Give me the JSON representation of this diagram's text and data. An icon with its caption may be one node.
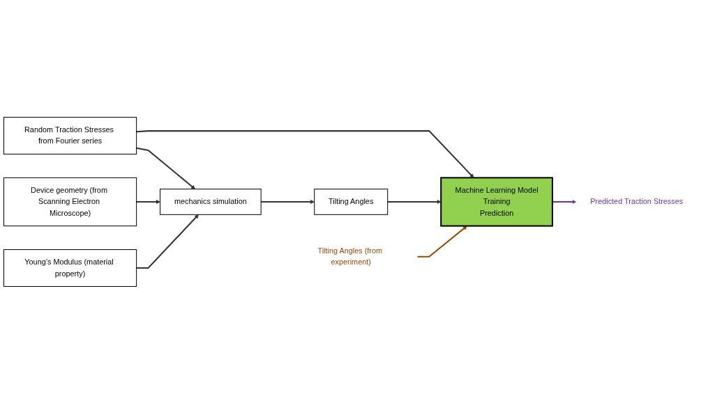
{
  "diagram": {
    "nodes": [
      {
        "text": [
          "Random Traction Stresses from Fourier series"
        ]
      },
      {
        "text": [
          "mechanics simulation"
        ]
      },
      {
        "text": [
          "Tilting Angles"
        ]
      },
      {
        "text": [
          "Machine Learning Model",
          "Training",
          "Prediction"
        ]
      },
      {
        "text": [
          "Device geometry (from Scanning Electron Microscope)"
        ]
      },
      {
        "text": [
          "Young’s Modulus (material property)"
        ]
      },
      {
        "text": [
          "Tilting Angles (from experiment)"
        ]
      },
      {
        "text": [
          "Predicted Traction Stresses"
        ]
      }
    ],
    "edges": [
      {
        "from": 0,
        "to": 3,
        "arrow": "to"
      },
      {
        "from": 0,
        "to": 1,
        "arrow": "to"
      },
      {
        "from": 1,
        "to": 2,
        "arrow": "to"
      },
      {
        "from": 2,
        "to": 3,
        "arrow": "to"
      },
      {
        "from": 4,
        "to": 1,
        "arrow": "to"
      },
      {
        "from": 5,
        "to": 1,
        "arrow": "to"
      },
      {
        "from": 6,
        "to": 3,
        "arrow": "to",
        "color": "#984807"
      },
      {
        "from": 3,
        "to": 7,
        "arrow": "to",
        "color": "#7030a0"
      }
    ]
  }
}
